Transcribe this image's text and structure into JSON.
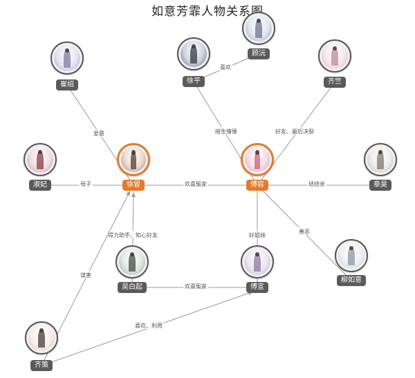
{
  "title": "如意芳霏人物关系图",
  "colors": {
    "main_accent": "#e37b2c",
    "label_bg": "#5a5a5a",
    "link": "#9a9a9a"
  },
  "nodes": {
    "xudong": {
      "name": "徐冒",
      "main": true,
      "palette": [
        "#e8d7d2",
        "#b07c6e",
        "#5b3a2e"
      ]
    },
    "fuhong": {
      "name": "傅容",
      "main": true,
      "palette": [
        "#f6dde6",
        "#d99aa8",
        "#c8607a"
      ]
    },
    "cuizhao": {
      "name": "崔绍",
      "main": false,
      "palette": [
        "#e6e2f2",
        "#a9a3c8",
        "#7c78a8"
      ]
    },
    "xuqian": {
      "name": "徐平",
      "main": false,
      "palette": [
        "#c9d2dc",
        "#5e6c80",
        "#2e3a4c"
      ]
    },
    "guyuan": {
      "name": "顾沅",
      "main": false,
      "palette": [
        "#e0e4ee",
        "#9aa3bb",
        "#6b7490"
      ]
    },
    "qiying": {
      "name": "齐竺",
      "main": false,
      "palette": [
        "#f5e6ea",
        "#d8b7c2",
        "#b88a99"
      ]
    },
    "yifei": {
      "name": "淑妃",
      "main": false,
      "palette": [
        "#f1dde0",
        "#c98f98",
        "#8a3a45"
      ]
    },
    "zhangyan": {
      "name": "章昊",
      "main": false,
      "palette": [
        "#ecebe7",
        "#b9b5ad",
        "#7d776c"
      ]
    },
    "wubaiqi": {
      "name": "吴白起",
      "main": false,
      "palette": [
        "#dfe6e1",
        "#8fa396",
        "#3c4f44"
      ]
    },
    "fuyi": {
      "name": "傅宣",
      "main": false,
      "palette": [
        "#ebe4f0",
        "#bba9cc",
        "#8c77a6"
      ]
    },
    "liuruyi": {
      "name": "柳如意",
      "main": false,
      "palette": [
        "#eef0f4",
        "#c2c6d2",
        "#8f94a6"
      ]
    },
    "qice": {
      "name": "齐策",
      "main": false,
      "palette": [
        "#f7ede8",
        "#d9bfb4",
        "#4a3a34"
      ]
    }
  },
  "links": [
    {
      "from": "cuizhao",
      "to": "xudong",
      "label": "爱慕"
    },
    {
      "from": "yifei",
      "to": "xudong",
      "label": "母子"
    },
    {
      "from": "xudong",
      "to": "fuhong",
      "label": "欢喜冤家"
    },
    {
      "from": "xuqian",
      "to": "guyuan",
      "label": "喜欢"
    },
    {
      "from": "xuqian",
      "to": "fuhong",
      "label": "暗生情愫"
    },
    {
      "from": "qiying",
      "to": "fuhong",
      "label": "好友、最后决裂"
    },
    {
      "from": "fuhong",
      "to": "zhangyan",
      "label": "结结亲"
    },
    {
      "from": "wubaiqi",
      "to": "xudong",
      "label": "得力助手、知心好友"
    },
    {
      "from": "fuhong",
      "to": "fuyi",
      "label": "好姐妹"
    },
    {
      "from": "fuhong",
      "to": "liuruyi",
      "label": "善恶"
    },
    {
      "from": "wubaiqi",
      "to": "fuyi",
      "label": "欢喜冤家"
    },
    {
      "from": "qice",
      "to": "xudong",
      "label": "谋害"
    },
    {
      "from": "qice",
      "to": "fuyi",
      "label": "喜欢、利用"
    }
  ]
}
